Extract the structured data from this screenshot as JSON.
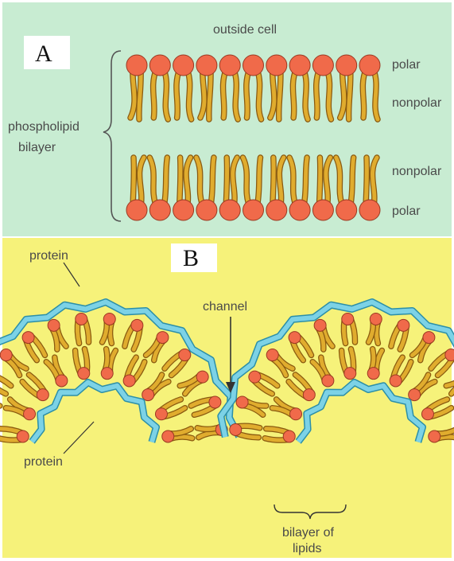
{
  "panel_a": {
    "letter": "A",
    "outside_cell": "outside cell",
    "phospholipid": "phospholipid",
    "bilayer": "bilayer",
    "polar_top": "polar",
    "nonpolar_top": "nonpolar",
    "nonpolar_bottom": "nonpolar",
    "polar_bottom": "polar"
  },
  "panel_b": {
    "letter": "B",
    "protein_top": "protein",
    "channel": "channel",
    "protein_bottom": "protein",
    "bilayer_of": "bilayer of",
    "lipids": "lipids"
  },
  "colors": {
    "panel_a_bg": "#c8ecd2",
    "panel_b_bg": "#f6f27a",
    "head": "#f06a4a",
    "tail": "#e0ac2e",
    "protein": "#7cd2e6"
  }
}
